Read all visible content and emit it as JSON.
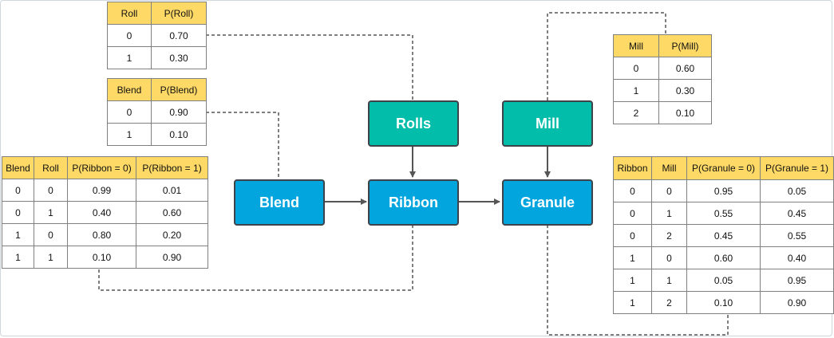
{
  "nodes": {
    "rolls": "Rolls",
    "mill": "Mill",
    "blend": "Blend",
    "ribbon": "Ribbon",
    "granule": "Granule"
  },
  "tables": {
    "roll": {
      "headers": [
        "Roll",
        "P(Roll)"
      ],
      "rows": [
        [
          "0",
          "0.70"
        ],
        [
          "1",
          "0.30"
        ]
      ]
    },
    "blend": {
      "headers": [
        "Blend",
        "P(Blend)"
      ],
      "rows": [
        [
          "0",
          "0.90"
        ],
        [
          "1",
          "0.10"
        ]
      ]
    },
    "mill": {
      "headers": [
        "Mill",
        "P(Mill)"
      ],
      "rows": [
        [
          "0",
          "0.60"
        ],
        [
          "1",
          "0.30"
        ],
        [
          "2",
          "0.10"
        ]
      ]
    },
    "ribbon": {
      "headers": [
        "Blend",
        "Roll",
        "P(Ribbon = 0)",
        "P(Ribbon = 1)"
      ],
      "rows": [
        [
          "0",
          "0",
          "0.99",
          "0.01"
        ],
        [
          "0",
          "1",
          "0.40",
          "0.60"
        ],
        [
          "1",
          "0",
          "0.80",
          "0.20"
        ],
        [
          "1",
          "1",
          "0.10",
          "0.90"
        ]
      ]
    },
    "granule": {
      "headers": [
        "Ribbon",
        "Mill",
        "P(Granule = 0)",
        "P(Granule = 1)"
      ],
      "rows": [
        [
          "0",
          "0",
          "0.95",
          "0.05"
        ],
        [
          "0",
          "1",
          "0.55",
          "0.45"
        ],
        [
          "0",
          "2",
          "0.45",
          "0.55"
        ],
        [
          "1",
          "0",
          "0.60",
          "0.40"
        ],
        [
          "1",
          "1",
          "0.05",
          "0.95"
        ],
        [
          "1",
          "2",
          "0.10",
          "0.90"
        ]
      ]
    }
  },
  "colors": {
    "node_blue": "#02a5de",
    "node_teal": "#02bda9",
    "table_header": "#ffd966",
    "connector": "#555555"
  }
}
